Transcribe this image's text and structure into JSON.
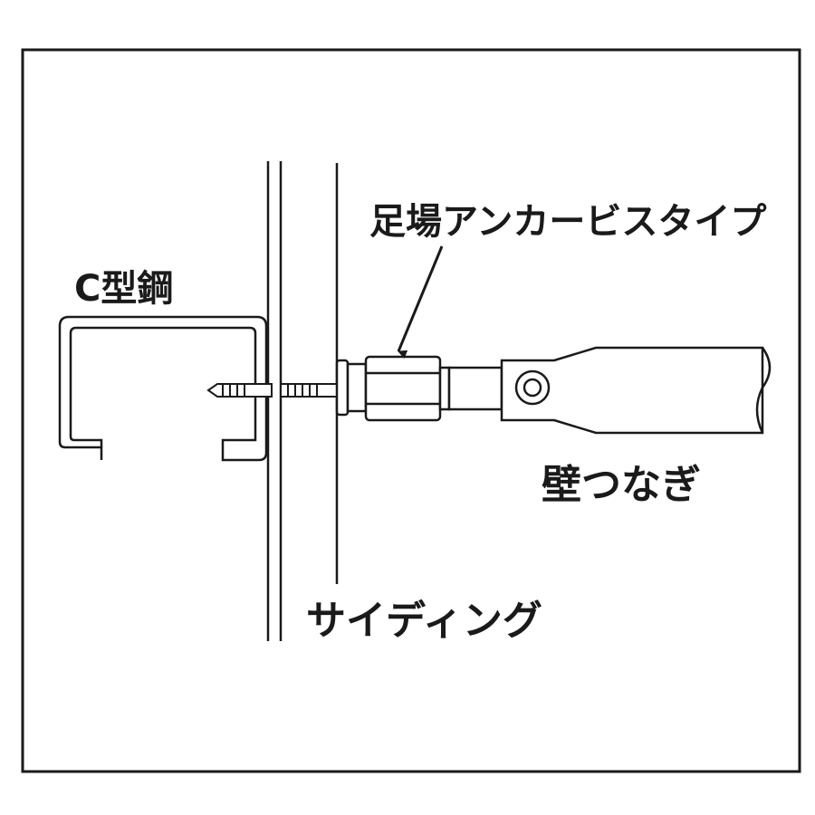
{
  "labels": {
    "anchor": "足場アンカービスタイプ",
    "c_steel": "C型鋼",
    "wall_tie": "壁つなぎ",
    "siding": "サイディング"
  },
  "colors": {
    "line": "#1a1a1a",
    "background": "#ffffff"
  }
}
